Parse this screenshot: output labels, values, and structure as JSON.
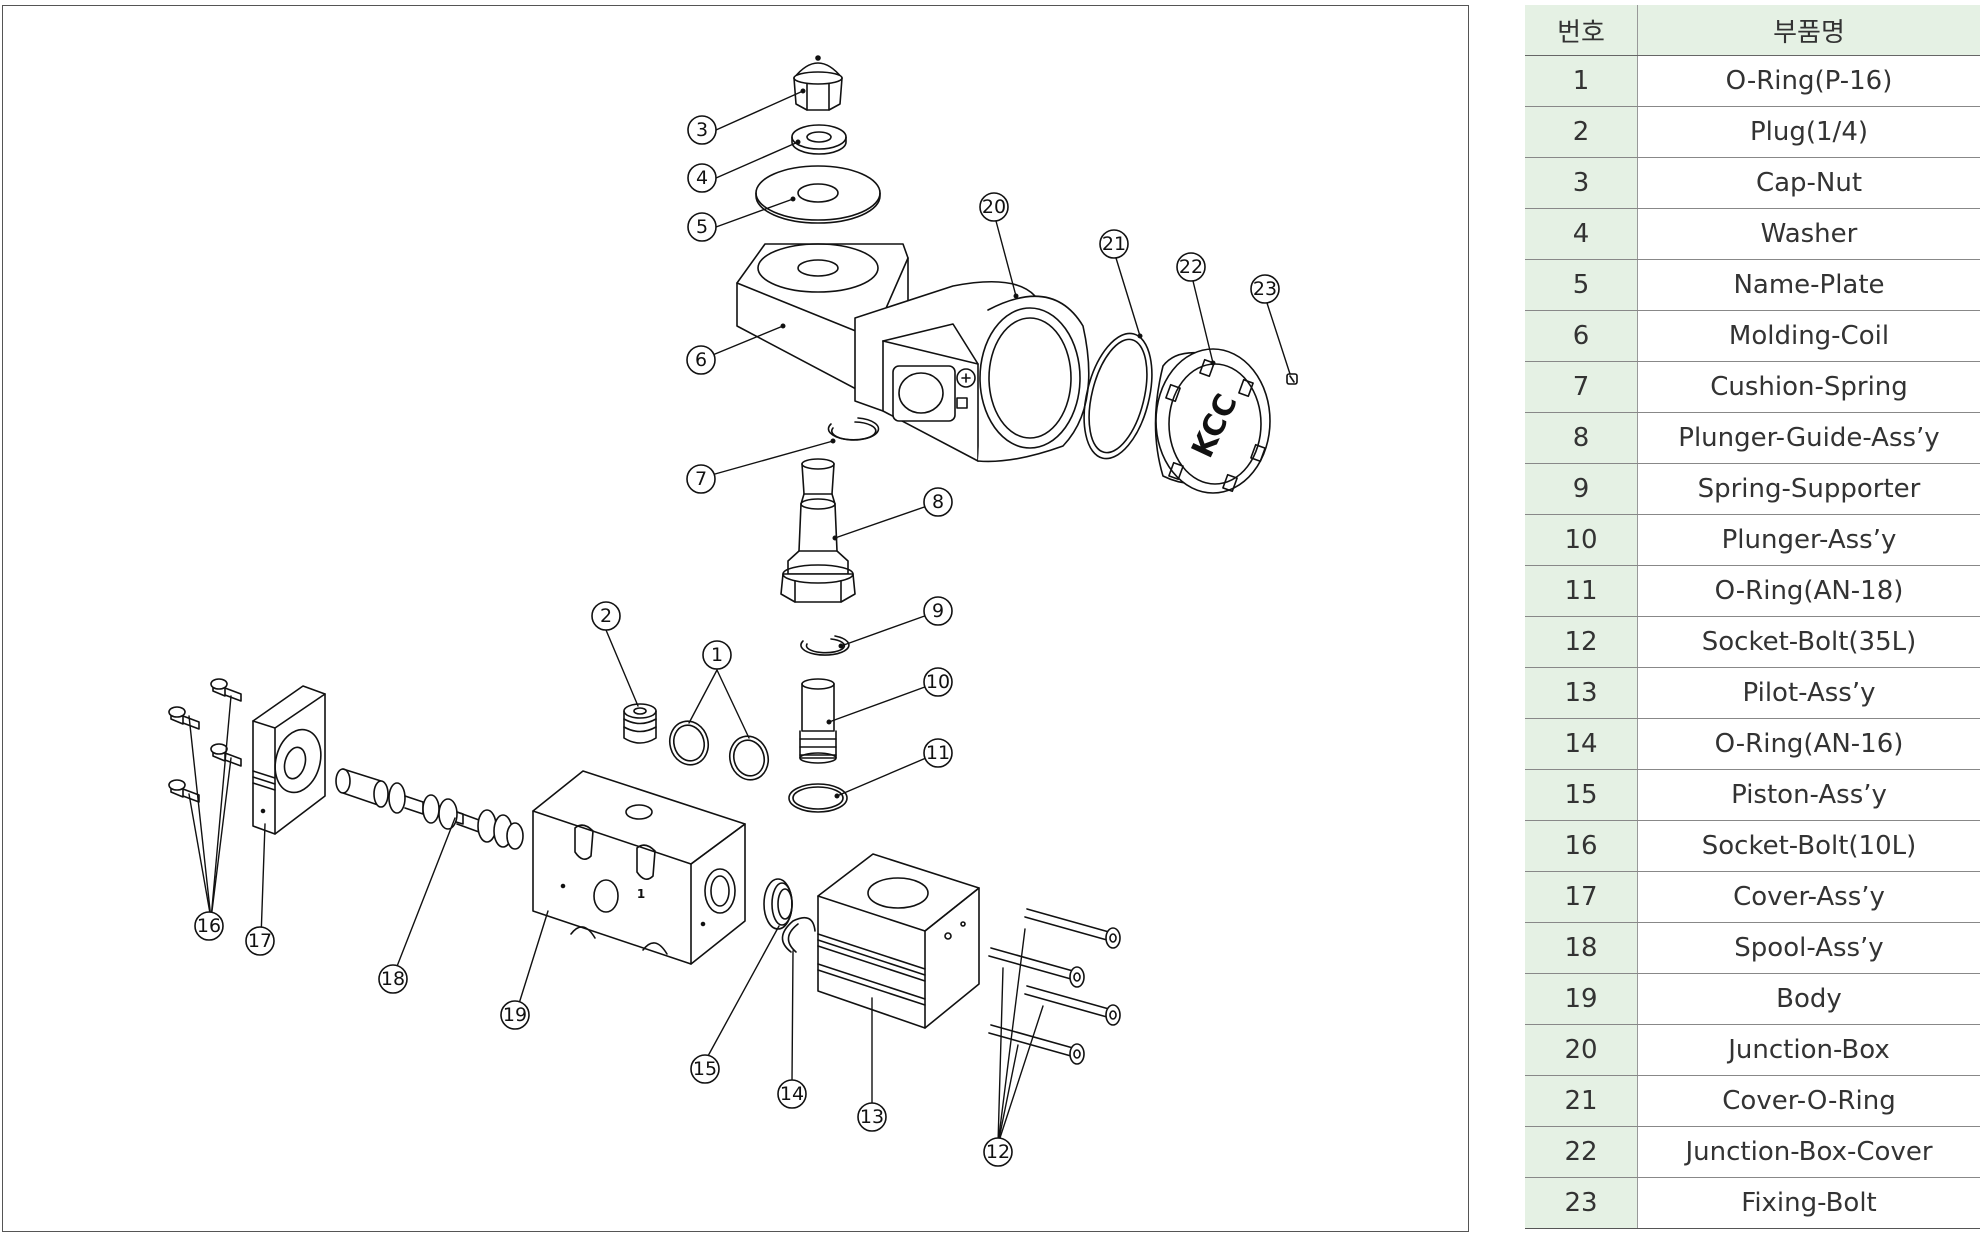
{
  "table": {
    "headers": {
      "number": "번호",
      "part_name": "부품명"
    },
    "rows": [
      {
        "no": "1",
        "name": "O-Ring(P-16)"
      },
      {
        "no": "2",
        "name": "Plug(1/4)"
      },
      {
        "no": "3",
        "name": "Cap-Nut"
      },
      {
        "no": "4",
        "name": "Washer"
      },
      {
        "no": "5",
        "name": "Name-Plate"
      },
      {
        "no": "6",
        "name": "Molding-Coil"
      },
      {
        "no": "7",
        "name": "Cushion-Spring"
      },
      {
        "no": "8",
        "name": "Plunger-Guide-Ass’y"
      },
      {
        "no": "9",
        "name": "Spring-Supporter"
      },
      {
        "no": "10",
        "name": "Plunger-Ass’y"
      },
      {
        "no": "11",
        "name": "O-Ring(AN-18)"
      },
      {
        "no": "12",
        "name": "Socket-Bolt(35L)"
      },
      {
        "no": "13",
        "name": "Pilot-Ass’y"
      },
      {
        "no": "14",
        "name": "O-Ring(AN-16)"
      },
      {
        "no": "15",
        "name": "Piston-Ass’y"
      },
      {
        "no": "16",
        "name": "Socket-Bolt(10L)"
      },
      {
        "no": "17",
        "name": "Cover-Ass’y"
      },
      {
        "no": "18",
        "name": "Spool-Ass’y"
      },
      {
        "no": "19",
        "name": "Body"
      },
      {
        "no": "20",
        "name": "Junction-Box"
      },
      {
        "no": "21",
        "name": "Cover-O-Ring"
      },
      {
        "no": "22",
        "name": "Junction-Box-Cover"
      },
      {
        "no": "23",
        "name": "Fixing-Bolt"
      }
    ]
  },
  "diagram": {
    "callouts": [
      "1",
      "2",
      "3",
      "4",
      "5",
      "6",
      "7",
      "8",
      "9",
      "10",
      "11",
      "12",
      "13",
      "14",
      "15",
      "16",
      "17",
      "18",
      "19",
      "20",
      "21",
      "22",
      "23"
    ],
    "body_port_label": "1",
    "cover_logo": "KCC"
  },
  "colors": {
    "header_bg": "#e5f1e4",
    "line": "#111111",
    "frame": "#555555"
  }
}
